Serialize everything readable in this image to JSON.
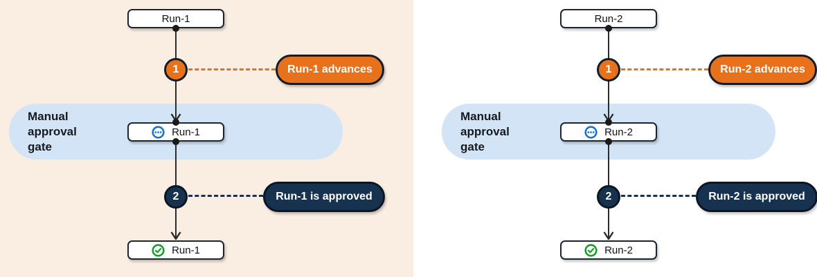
{
  "colors": {
    "left_panel_bg": "#FAEDE2",
    "right_panel_bg": "#FFFFFF",
    "gate_region_bg": "#D4E4F7",
    "accent_orange": "#E8721B",
    "accent_navy": "#16324E",
    "node_border": "#1B2432",
    "connector_line": "#2B2B2B",
    "pending_icon_blue": "#1673D1",
    "approved_icon_green": "#1C9B2C"
  },
  "panels": [
    {
      "top_node_label": "Run-1",
      "step1_badge": "1",
      "step1_callout": "Run-1 advances",
      "gate_label": "Manual approval gate",
      "gate_node_label": "Run-1",
      "step2_badge": "2",
      "step2_callout": "Run-1 is approved",
      "final_node_label": "Run-1"
    },
    {
      "top_node_label": "Run-2",
      "step1_badge": "1",
      "step1_callout": "Run-2 advances",
      "gate_label": "Manual approval gate",
      "gate_node_label": "Run-2",
      "step2_badge": "2",
      "step2_callout": "Run-2 is approved",
      "final_node_label": "Run-2"
    }
  ]
}
